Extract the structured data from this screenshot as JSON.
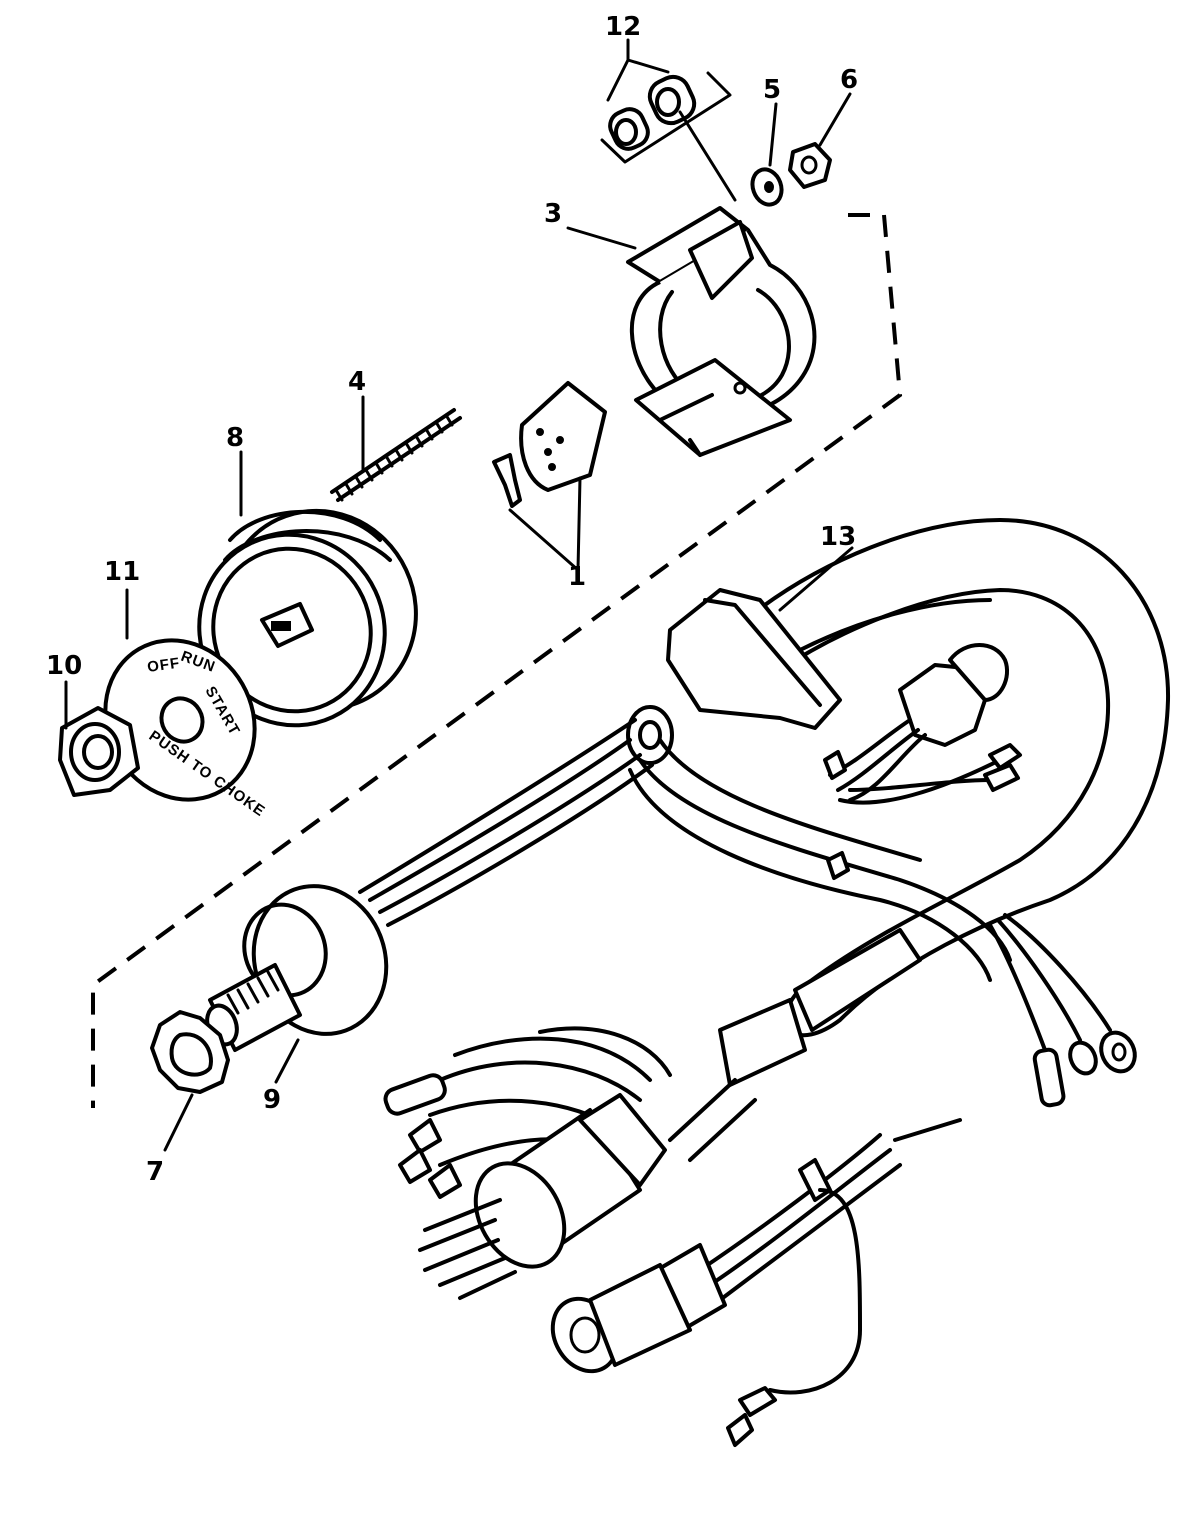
{
  "callouts": {
    "c1": "1",
    "c3": "3",
    "c4": "4",
    "c5": "5",
    "c6": "6",
    "c7": "7",
    "c8": "8",
    "c9": "9",
    "c10": "10",
    "c11": "11",
    "c12": "12",
    "c13": "13"
  },
  "plate": {
    "off": "OFF",
    "run": "RUN",
    "start": "START",
    "push_to_choke": "PUSH TO CHOKE"
  }
}
